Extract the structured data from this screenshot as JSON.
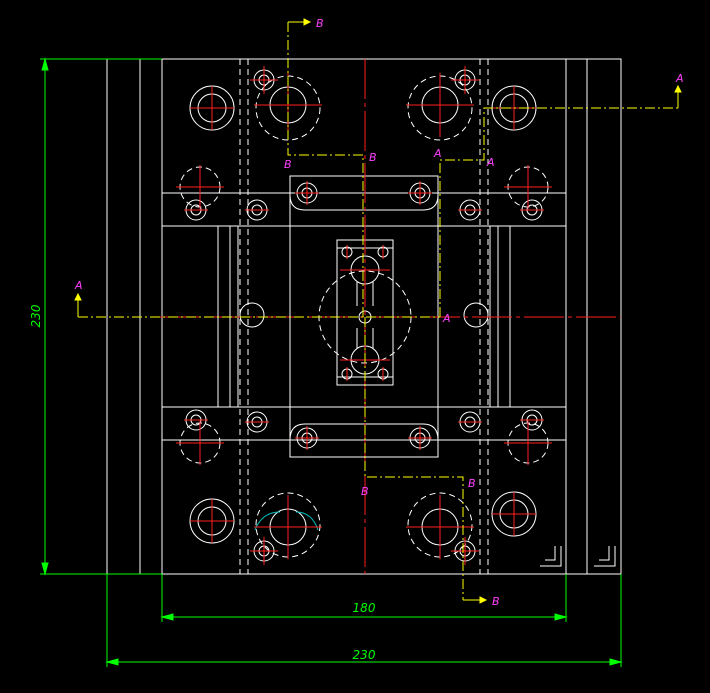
{
  "drawing": {
    "dimensions": {
      "overall_height": "230",
      "inner_width": "180",
      "overall_width": "230"
    },
    "section_labels": {
      "a_top_right": "A",
      "a_left": "A",
      "a_center": "A",
      "a_upper_inner_1": "A",
      "a_upper_inner_2": "A",
      "b_top": "B",
      "b_upper_1": "B",
      "b_upper_2": "B",
      "b_lower_1": "B",
      "b_lower_2": "B",
      "b_bottom": "B"
    },
    "colors": {
      "background": "#000000",
      "outline": "#ffffff",
      "centerline": "#ff2020",
      "section_line": "#ffff00",
      "dimension": "#00ff00",
      "label": "#ff40ff",
      "hidden_circle": "#ffffff",
      "accent": "#00c0c0"
    }
  }
}
